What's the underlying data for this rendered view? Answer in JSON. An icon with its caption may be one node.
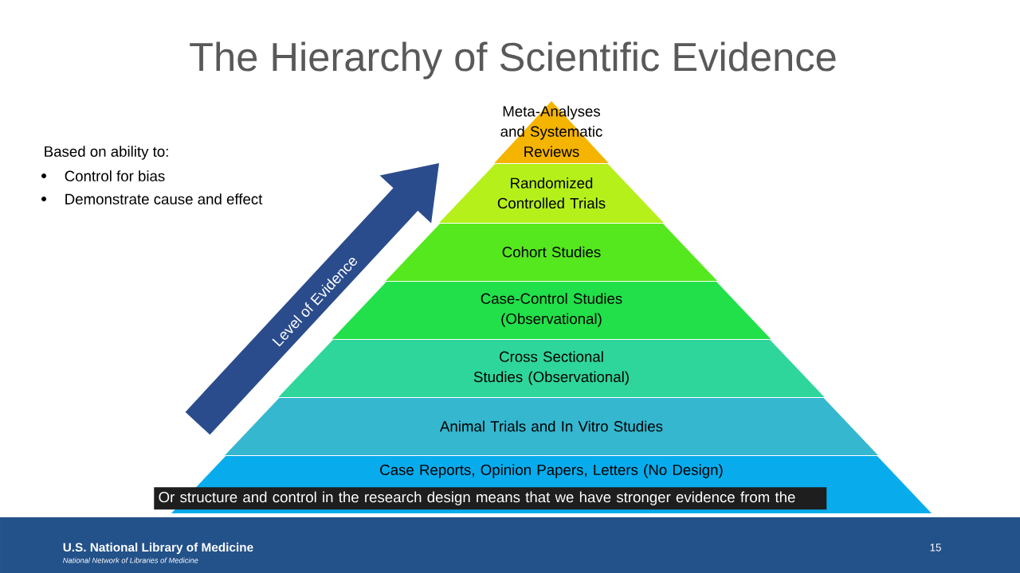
{
  "diagram": {
    "title": "The Hierarchy of Scientific Evidence",
    "nodes": [
      {
        "text": [
          "Meta-Analyses and Systematic Reviews"
        ]
      },
      {
        "text": [
          "Randomized Controlled Trials"
        ]
      },
      {
        "text": [
          "Cohort Studies"
        ]
      },
      {
        "text": [
          "Case-Control Studies (Observational)"
        ]
      },
      {
        "text": [
          "Cross Sectional Studies (Observational)"
        ]
      },
      {
        "text": [
          "Animal Trials and In Vitro Studies"
        ]
      },
      {
        "text": [
          "Case Reports, Opinion Papers, Letters (No Design)"
        ]
      }
    ],
    "labels": [
      "Based on ability to:",
      "Control for bias",
      "Demonstrate cause and effect",
      "Level of Evidence",
      "Or structure and control in the research design means that we have stronger evidence from the",
      "U.S. National Library of Medicine",
      "National Network of Libraries of Medicine",
      "15"
    ]
  }
}
